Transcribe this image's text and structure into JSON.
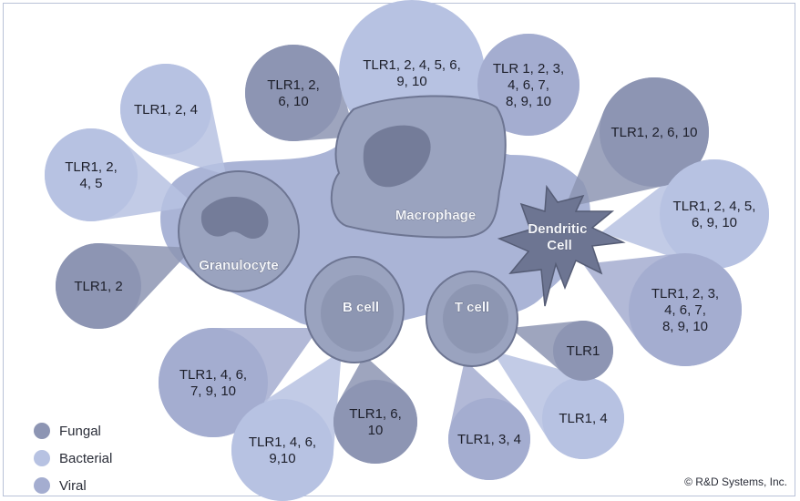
{
  "colors": {
    "fungal": "#8d95b3",
    "bacterial": "#b7c2e2",
    "viral": "#a4add0",
    "background_blob": "#aab4d6",
    "cell_body": "#9aa3bf",
    "cell_dark": "#6d7592"
  },
  "cells": {
    "granulocyte": "Granulocyte",
    "macrophage": "Macrophage",
    "dendritic": "Dendritic\nCell",
    "b_cell": "B cell",
    "t_cell": "T cell"
  },
  "bubbles": [
    {
      "id": "gran-bacterial-1",
      "type": "bacterial",
      "text": "TLR1, 2, 4"
    },
    {
      "id": "gran-bacterial-2",
      "type": "bacterial",
      "text": "TLR1, 2,\n4, 5"
    },
    {
      "id": "gran-fungal",
      "type": "fungal",
      "text": "TLR1, 2"
    },
    {
      "id": "mac-fungal",
      "type": "fungal",
      "text": "TLR1, 2,\n6, 10"
    },
    {
      "id": "mac-bacterial",
      "type": "bacterial",
      "text": "TLR1, 2, 4, 5, 6,\n9, 10"
    },
    {
      "id": "mac-viral",
      "type": "viral",
      "text": "TLR 1, 2, 3,\n4, 6, 7,\n8, 9, 10"
    },
    {
      "id": "dc-fungal",
      "type": "fungal",
      "text": "TLR1, 2, 6, 10"
    },
    {
      "id": "dc-bacterial",
      "type": "bacterial",
      "text": "TLR1, 2, 4, 5,\n6, 9, 10"
    },
    {
      "id": "dc-viral",
      "type": "viral",
      "text": "TLR1, 2, 3,\n4, 6, 7,\n8, 9, 10"
    },
    {
      "id": "b-viral",
      "type": "viral",
      "text": "TLR1, 4, 6,\n7, 9, 10"
    },
    {
      "id": "b-bacterial",
      "type": "bacterial",
      "text": "TLR1, 4, 6,\n9,10"
    },
    {
      "id": "b-fungal",
      "type": "fungal",
      "text": "TLR1, 6,\n10"
    },
    {
      "id": "t-viral",
      "type": "viral",
      "text": "TLR1, 3, 4"
    },
    {
      "id": "t-bacterial",
      "type": "bacterial",
      "text": "TLR1, 4"
    },
    {
      "id": "t-fungal",
      "type": "fungal",
      "text": "TLR1"
    }
  ],
  "legend": [
    {
      "key": "fungal",
      "label": "Fungal"
    },
    {
      "key": "bacterial",
      "label": "Bacterial"
    },
    {
      "key": "viral",
      "label": "Viral"
    }
  ],
  "copyright": "© R&D Systems, Inc."
}
